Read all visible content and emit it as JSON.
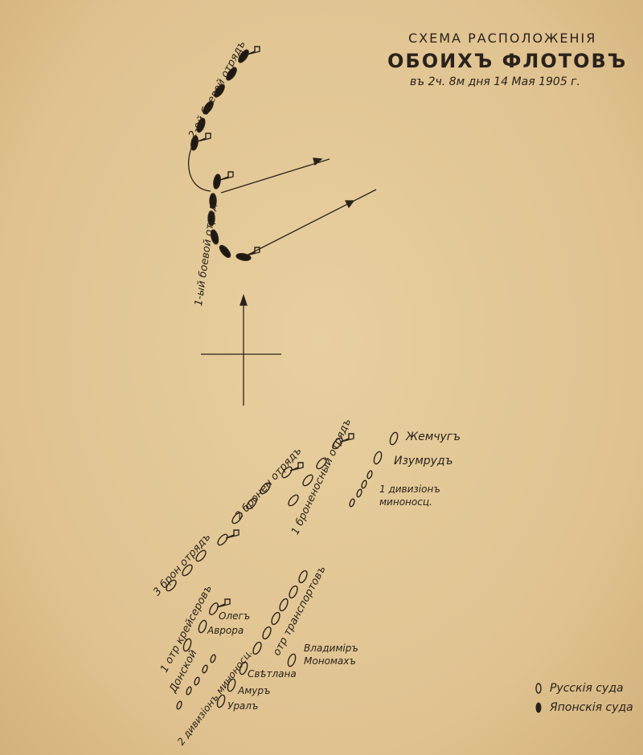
{
  "title": {
    "line1": "СХЕМА РАСПОЛОЖЕНІЯ",
    "line2": "ОБОИХЪ ФЛОТОВЪ",
    "line3": "въ 2ч. 8м дня 14 Мая 1905 г."
  },
  "japanese": {
    "detachment2": "2-ой боевой отрядъ",
    "detachment1": "1-ый боевой отрядъ"
  },
  "russian": {
    "armored1": "1 броненосный отрядъ",
    "armored2": "2 бронен отрядъ",
    "armored3": "3 брон отрядъ",
    "zhemchug": "Жемчугъ",
    "izumrud": "Изумрудъ",
    "torpedo1_a": "1 дивизіонъ",
    "torpedo1_b": "миноносц.",
    "cruisers1": "1 отр крейсеровъ",
    "oleg": "Олегъ",
    "avrora": "Аврора",
    "donskoy": "Донской",
    "torpedo2": "2 дивизіонъ миноносц.",
    "transports": "отр транспортовъ",
    "vladimir_a": "Владиміръ",
    "vladimir_b": "Мономахъ",
    "svetlana": "Свѣтлана",
    "amur": "Амуръ",
    "ural": "Уралъ"
  },
  "legend": {
    "russian": "Русскія суда",
    "japanese": "Японскія суда"
  },
  "colors": {
    "paper": "#e2c797",
    "ink": "#2a221a"
  }
}
